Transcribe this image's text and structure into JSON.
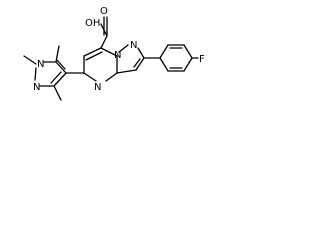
{
  "molecule": {
    "atom_labels": {
      "hydroxyl": "OH",
      "carbonyl_oxygen": "O",
      "pyrazolo_n1": "N",
      "pyrazolo_n2": "N",
      "pyrimidine_n": "N",
      "pyrazole_n1": "N",
      "pyrazole_n2": "N",
      "fluorine": "F"
    }
  }
}
